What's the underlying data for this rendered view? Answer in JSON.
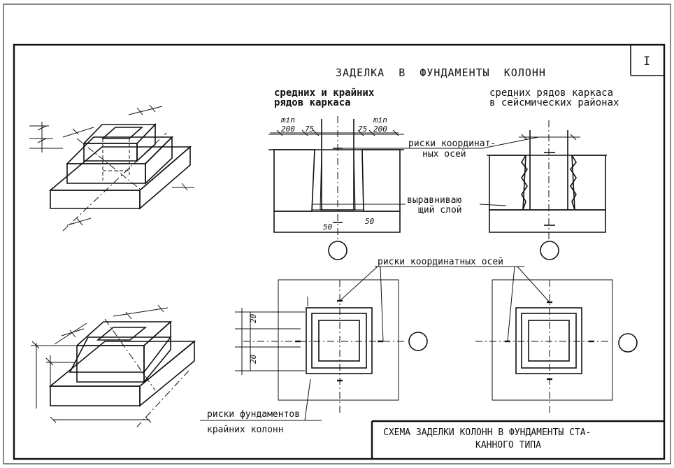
{
  "sheet": {
    "number": "I",
    "title": "ЗАДЕЛКА  В  ФУНДАМЕНТЫ  КОЛОНН",
    "stamp_line1": "СХЕМА ЗАДЕЛКИ КОЛОНН В ФУНДАМЕНТЫ СТА-",
    "stamp_line2": "КАННОГО ТИПА"
  },
  "sections": {
    "left_heading_1": "средних и крайних",
    "left_heading_2": "рядов каркаса",
    "right_heading_1": "средних рядов каркаса",
    "right_heading_2": "в сейсмических районах"
  },
  "labels": {
    "coord_axes_1": "риски координат-",
    "coord_axes_2": "ных осей",
    "leveling_1": "выравниваю",
    "leveling_2": "щий слой",
    "coord_axes_plan": "риски координатных осей",
    "foundation_marks_1": "риски фундаментов",
    "foundation_marks_2": "крайних колонн"
  },
  "dimensions": {
    "min_left": "min",
    "gap_left": "200",
    "gap_left_small": "75",
    "min_right": "min",
    "gap_right": "200",
    "gap_right_small": "75",
    "bottom_left": "50",
    "bottom_right": "50",
    "plan_dim_1": "20",
    "plan_dim_2": "20"
  }
}
